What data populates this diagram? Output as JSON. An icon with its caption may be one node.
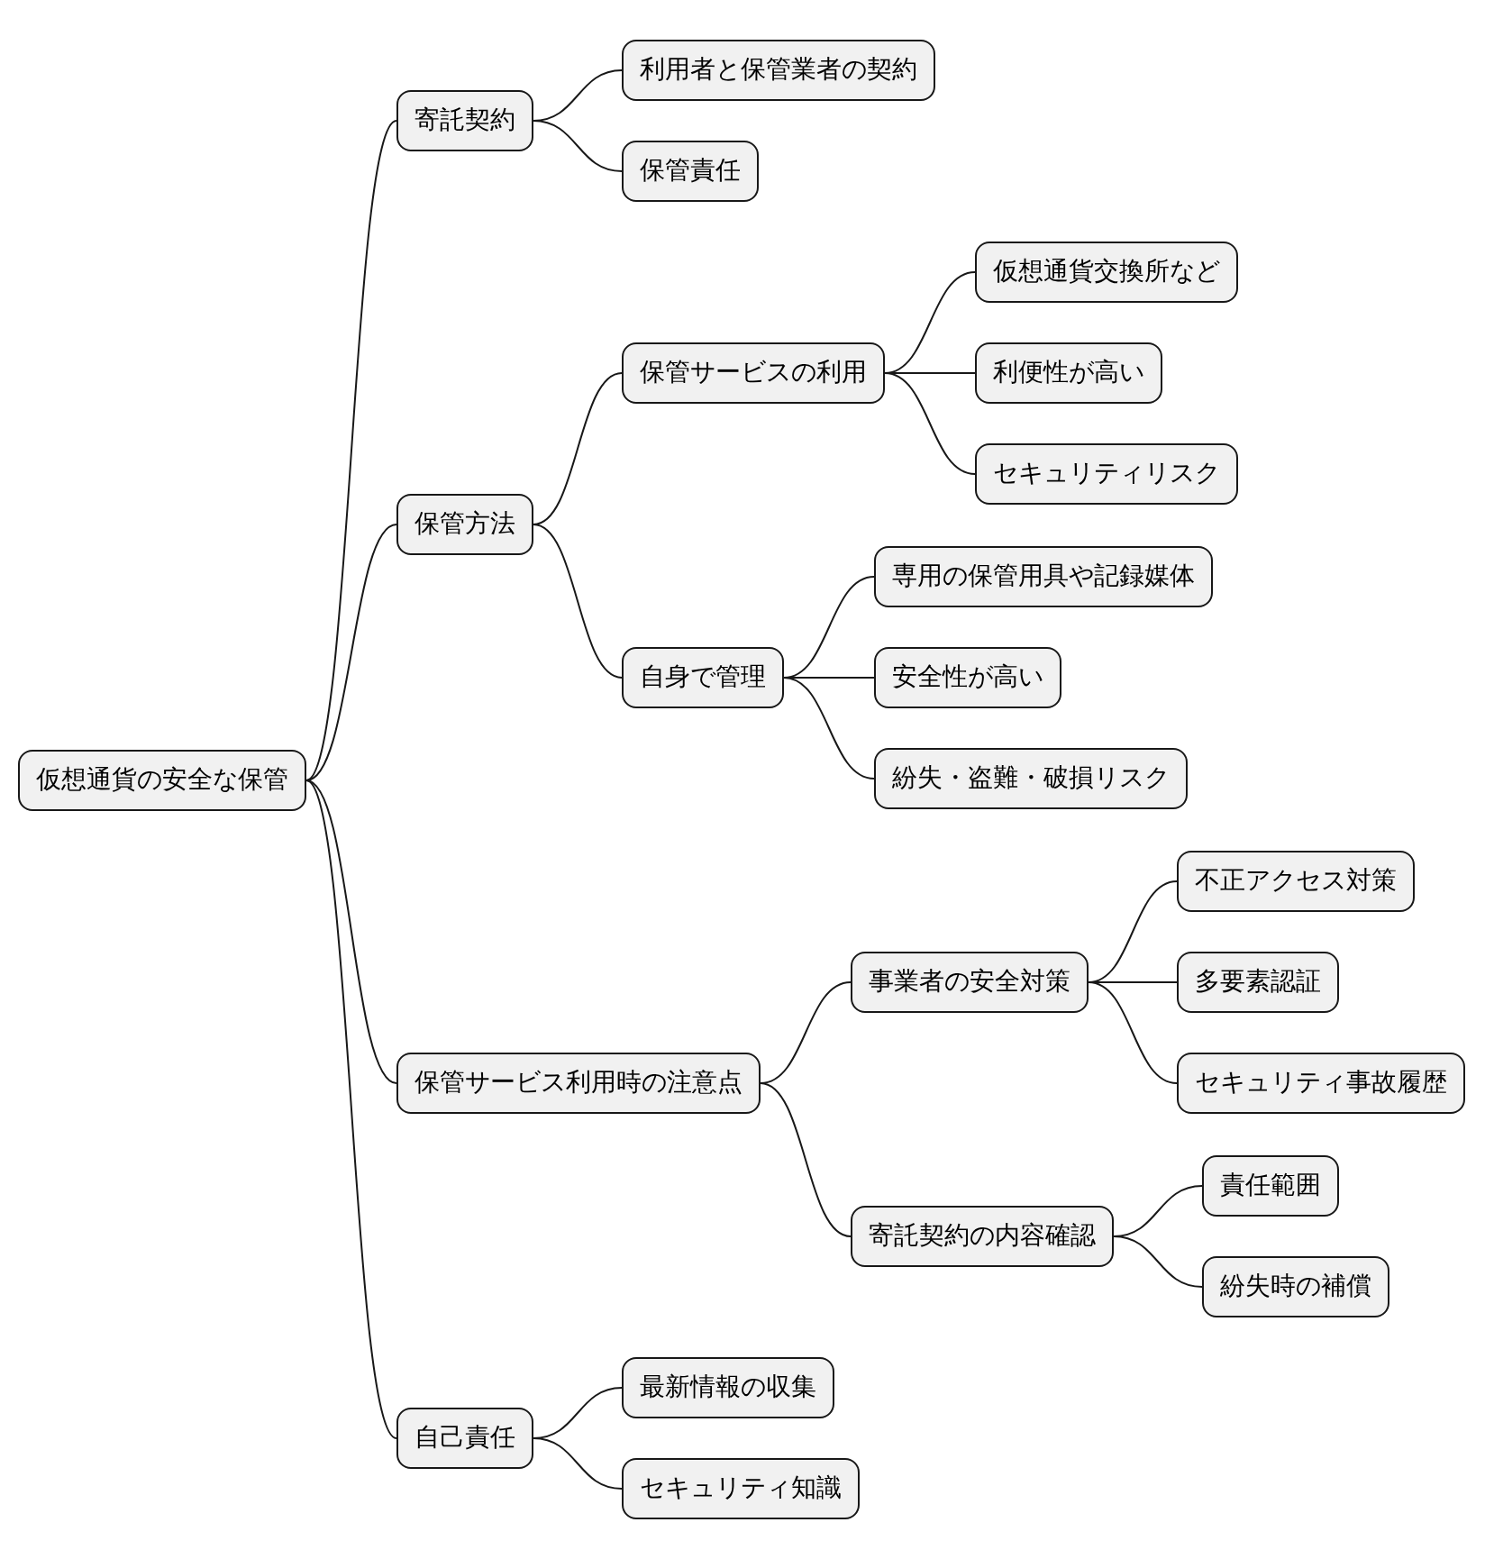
{
  "diagram": {
    "nodes": [
      {
        "text": [
          "仮想通貨の安全な保管"
        ]
      },
      {
        "text": [
          "寄託契約"
        ]
      },
      {
        "text": [
          "利用者と保管業者の契約"
        ]
      },
      {
        "text": [
          "保管責任"
        ]
      },
      {
        "text": [
          "保管方法"
        ]
      },
      {
        "text": [
          "保管サービスの利用"
        ]
      },
      {
        "text": [
          "仮想通貨交換所など"
        ]
      },
      {
        "text": [
          "利便性が高い"
        ]
      },
      {
        "text": [
          "セキュリティリスク"
        ]
      },
      {
        "text": [
          "自身で管理"
        ]
      },
      {
        "text": [
          "専用の保管用具や記録媒体"
        ]
      },
      {
        "text": [
          "安全性が高い"
        ]
      },
      {
        "text": [
          "紛失・盗難・破損リスク"
        ]
      },
      {
        "text": [
          "保管サービス利用時の注意点"
        ]
      },
      {
        "text": [
          "事業者の安全対策"
        ]
      },
      {
        "text": [
          "不正アクセス対策"
        ]
      },
      {
        "text": [
          "多要素認証"
        ]
      },
      {
        "text": [
          "セキュリティ事故履歴"
        ]
      },
      {
        "text": [
          "寄託契約の内容確認"
        ]
      },
      {
        "text": [
          "責任範囲"
        ]
      },
      {
        "text": [
          "紛失時の補償"
        ]
      },
      {
        "text": [
          "自己責任"
        ]
      },
      {
        "text": [
          "最新情報の収集"
        ]
      },
      {
        "text": [
          "セキュリティ知識"
        ]
      }
    ],
    "edges": [
      {
        "from": 0,
        "to": 1,
        "arrow": "none"
      },
      {
        "from": 1,
        "to": 2,
        "arrow": "none"
      },
      {
        "from": 1,
        "to": 3,
        "arrow": "none"
      },
      {
        "from": 0,
        "to": 4,
        "arrow": "none"
      },
      {
        "from": 4,
        "to": 5,
        "arrow": "none"
      },
      {
        "from": 5,
        "to": 6,
        "arrow": "none"
      },
      {
        "from": 5,
        "to": 7,
        "arrow": "none"
      },
      {
        "from": 5,
        "to": 8,
        "arrow": "none"
      },
      {
        "from": 4,
        "to": 9,
        "arrow": "none"
      },
      {
        "from": 9,
        "to": 10,
        "arrow": "none"
      },
      {
        "from": 9,
        "to": 11,
        "arrow": "none"
      },
      {
        "from": 9,
        "to": 12,
        "arrow": "none"
      },
      {
        "from": 0,
        "to": 13,
        "arrow": "none"
      },
      {
        "from": 13,
        "to": 14,
        "arrow": "none"
      },
      {
        "from": 14,
        "to": 15,
        "arrow": "none"
      },
      {
        "from": 14,
        "to": 16,
        "arrow": "none"
      },
      {
        "from": 14,
        "to": 17,
        "arrow": "none"
      },
      {
        "from": 13,
        "to": 18,
        "arrow": "none"
      },
      {
        "from": 18,
        "to": 19,
        "arrow": "none"
      },
      {
        "from": 18,
        "to": 20,
        "arrow": "none"
      },
      {
        "from": 0,
        "to": 21,
        "arrow": "none"
      },
      {
        "from": 21,
        "to": 22,
        "arrow": "none"
      },
      {
        "from": 21,
        "to": 23,
        "arrow": "none"
      }
    ]
  }
}
